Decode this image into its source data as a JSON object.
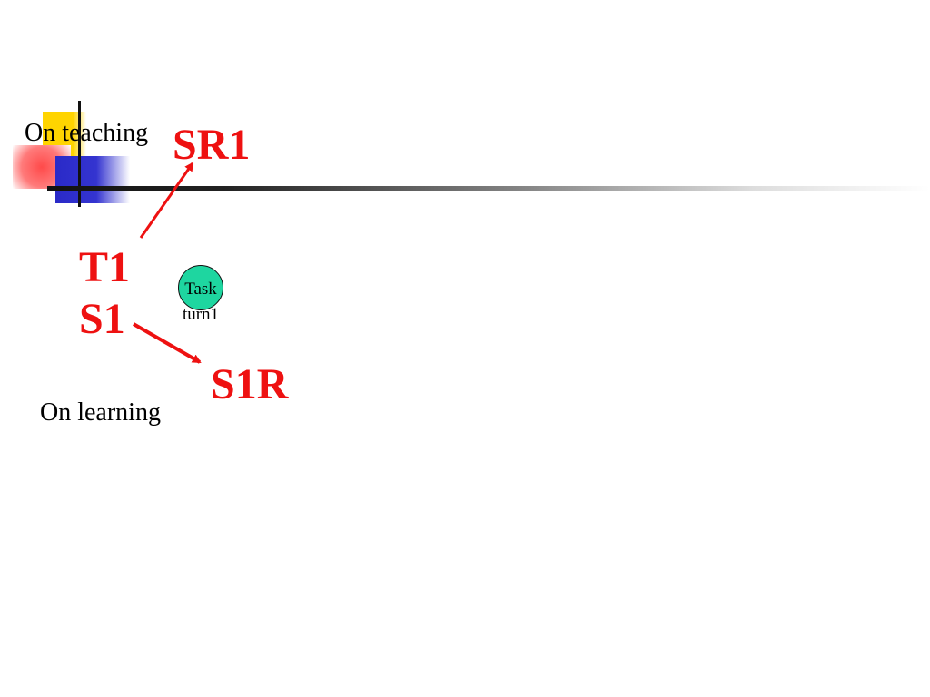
{
  "slide": {
    "header_label": "On teaching",
    "footer_label": "On learning",
    "nodes": {
      "sr1": "SR1",
      "t1": "T1",
      "s1": "S1",
      "s1r": "S1R"
    },
    "task": {
      "line1": "Task",
      "line2": "turn1"
    }
  },
  "colors": {
    "accent_red": "#ee1111",
    "task_fill": "#1ed6a0",
    "logo_yellow": "#ffd400",
    "logo_red": "#ff4a4a",
    "logo_blue": "#2a2ac8"
  },
  "icons": [
    "logo-squares-icon",
    "arrow-icon"
  ]
}
